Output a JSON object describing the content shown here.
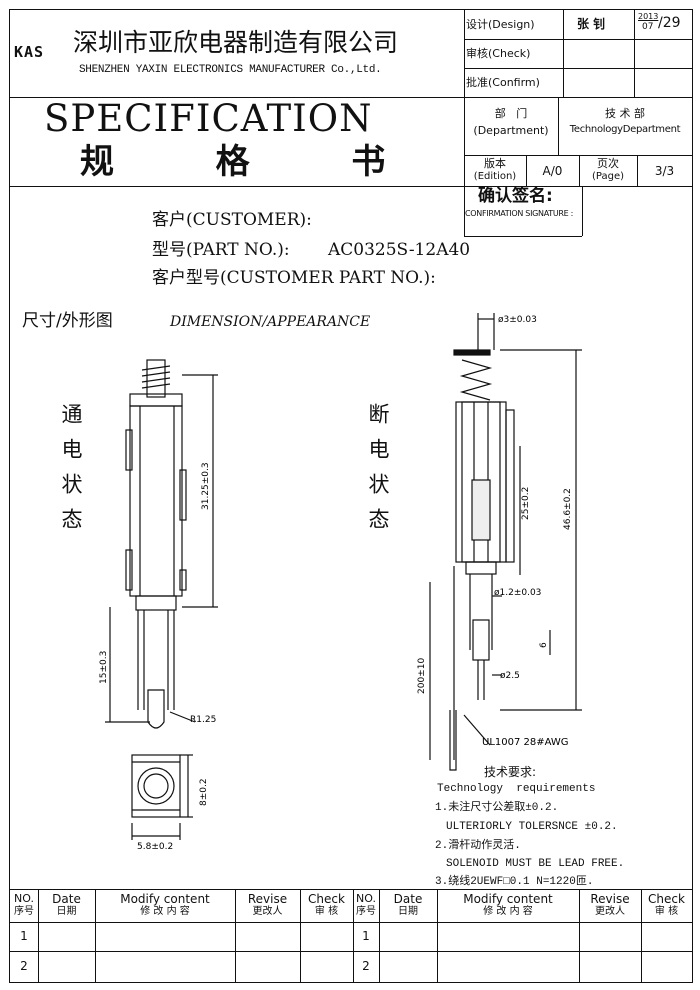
{
  "header": {
    "logo": "KAS",
    "company_cn": "深圳市亚欣电器制造有限公司",
    "company_en": "SHENZHEN YAXIN ELECTRONICS MANUFACTURER Co.,Ltd.",
    "title_en": "SPECIFICATION",
    "title_cn": "规  格  书"
  },
  "approval": {
    "design_label": "设计(Design)",
    "design_name": "张 钊",
    "date_top": "2013",
    "date_bottom": "07",
    "date_day": "/29",
    "check_label": "审核(Check)",
    "confirm_label": "批准(Confirm)",
    "dept_label_cn": "部   门",
    "dept_label_en": "(Department)",
    "dept_value_cn": "技 术 部",
    "dept_value_en": "TechnologyDepartment",
    "edition_label_cn": "版本",
    "edition_label_en": "(Edition)",
    "edition_value": "A/0",
    "page_label_cn": "页次",
    "page_label_en": "(Page)",
    "page_value": "3/3",
    "signature_cn": "确认签名:",
    "signature_en": "CONFIRMATION SIGNATURE :"
  },
  "customer": {
    "customer_label": "客户(CUSTOMER):",
    "part_label": "型号(PART NO.):",
    "part_value": "AC0325S-12A40",
    "customer_part_label": "客户型号(CUSTOMER PART NO.):"
  },
  "dimension": {
    "title_cn": "尺寸/外形图",
    "title_en": "DIMENSION/APPEARANCE",
    "state_on": "通电状态",
    "state_off": "断电状态",
    "dims": {
      "length_31": "31.25±0.3",
      "length_15": "15±0.3",
      "radius": "R1.25",
      "height_8": "8±0.2",
      "width_58": "5.8±0.2",
      "dia_3": "ø3±0.03",
      "length_25": "25±0.2",
      "length_46": "46.6±0.2",
      "dia_12": "ø1.2±0.03",
      "length_6": "6",
      "length_200": "200±10",
      "dia_25": "ø2.5",
      "wire": "UL1007 28#AWG"
    }
  },
  "requirements": {
    "title_cn": "技术要求:",
    "title_en": "Technology  requirements",
    "items": [
      "1.未注尺寸公差取±0.2.",
      "ULTERIORLY TOLERSNCE ±0.2.",
      "2.滑杆动作灵活.",
      "SOLENOID MUST BE LEAD FREE.",
      "3.绕线2UEWF□0.1 N=1220匝."
    ]
  },
  "revision_table": {
    "headers": [
      {
        "en": "NO.",
        "cn": "序号"
      },
      {
        "en": "Date",
        "cn": "日期"
      },
      {
        "en": "Modify content",
        "cn": "修 改 内 容"
      },
      {
        "en": "Revise",
        "cn": "更改人"
      },
      {
        "en": "Check",
        "cn": "审 核"
      },
      {
        "en": "NO.",
        "cn": "序号"
      },
      {
        "en": "Date",
        "cn": "日期"
      },
      {
        "en": "Modify content",
        "cn": "修 改 内 容"
      },
      {
        "en": "Revise",
        "cn": "更改人"
      },
      {
        "en": "Check",
        "cn": "审 核"
      }
    ],
    "rows": [
      "1",
      "2"
    ]
  }
}
